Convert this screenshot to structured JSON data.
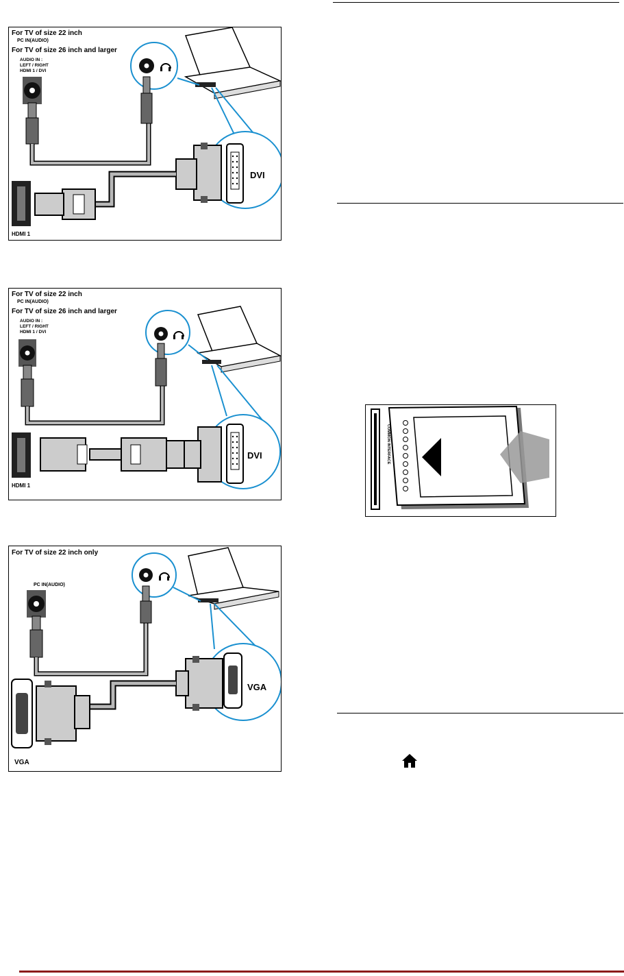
{
  "diagram1": {
    "line1": "For TV of size 22 inch",
    "line2": "PC IN(AUDIO)",
    "line3": "For TV of size 26 inch and larger",
    "audio_label": [
      "AUDIO IN :",
      "LEFT / RIGHT",
      "HDMI 1 / DVI"
    ],
    "connector_label": "DVI",
    "port_label": "HDMI 1"
  },
  "diagram2": {
    "line1": "For TV of size 22 inch",
    "line2": "PC IN(AUDIO)",
    "line3": "For TV of size 26 inch and larger",
    "audio_label": [
      "AUDIO IN :",
      "LEFT / RIGHT",
      "HDMI 1 / DVI"
    ],
    "connector_label": "DVI",
    "port_label": "HDMI 1"
  },
  "diagram3": {
    "line1": "For TV of size 22 inch only",
    "line2": "PC IN(AUDIO)",
    "connector_label": "VGA",
    "port_label": "VGA"
  },
  "ci_diagram": {
    "slot_label": "COMMON INTERFACE"
  },
  "icons": {
    "home": "home-icon"
  },
  "colors": {
    "callout_blue": "#1a90d0",
    "cable_gray": "#b8b8b8",
    "footer_red": "#8B1A1A"
  }
}
